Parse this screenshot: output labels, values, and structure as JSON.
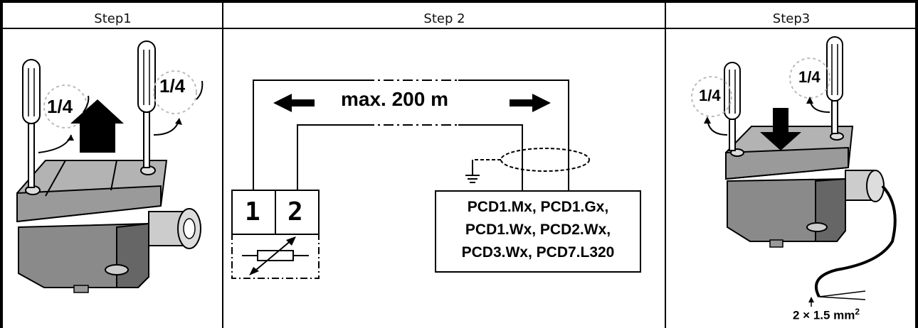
{
  "steps": [
    {
      "title": "Step1"
    },
    {
      "title": "Step 2"
    },
    {
      "title": "Step3"
    }
  ],
  "step1": {
    "fraction_left": "1/4",
    "fraction_right": "1/4"
  },
  "step2": {
    "distance_label": "max. 200 m",
    "terminal_1": "1",
    "terminal_2": "2",
    "device_lines": [
      "PCD1.Mx, PCD1.Gx,",
      "PCD1.Wx, PCD2.Wx,",
      "PCD3.Wx, PCD7.L320"
    ]
  },
  "step3": {
    "fraction_left": "1/4",
    "fraction_right": "1/4",
    "cable_label": "2 × 1.5 mm",
    "cable_label_sup": "2"
  }
}
